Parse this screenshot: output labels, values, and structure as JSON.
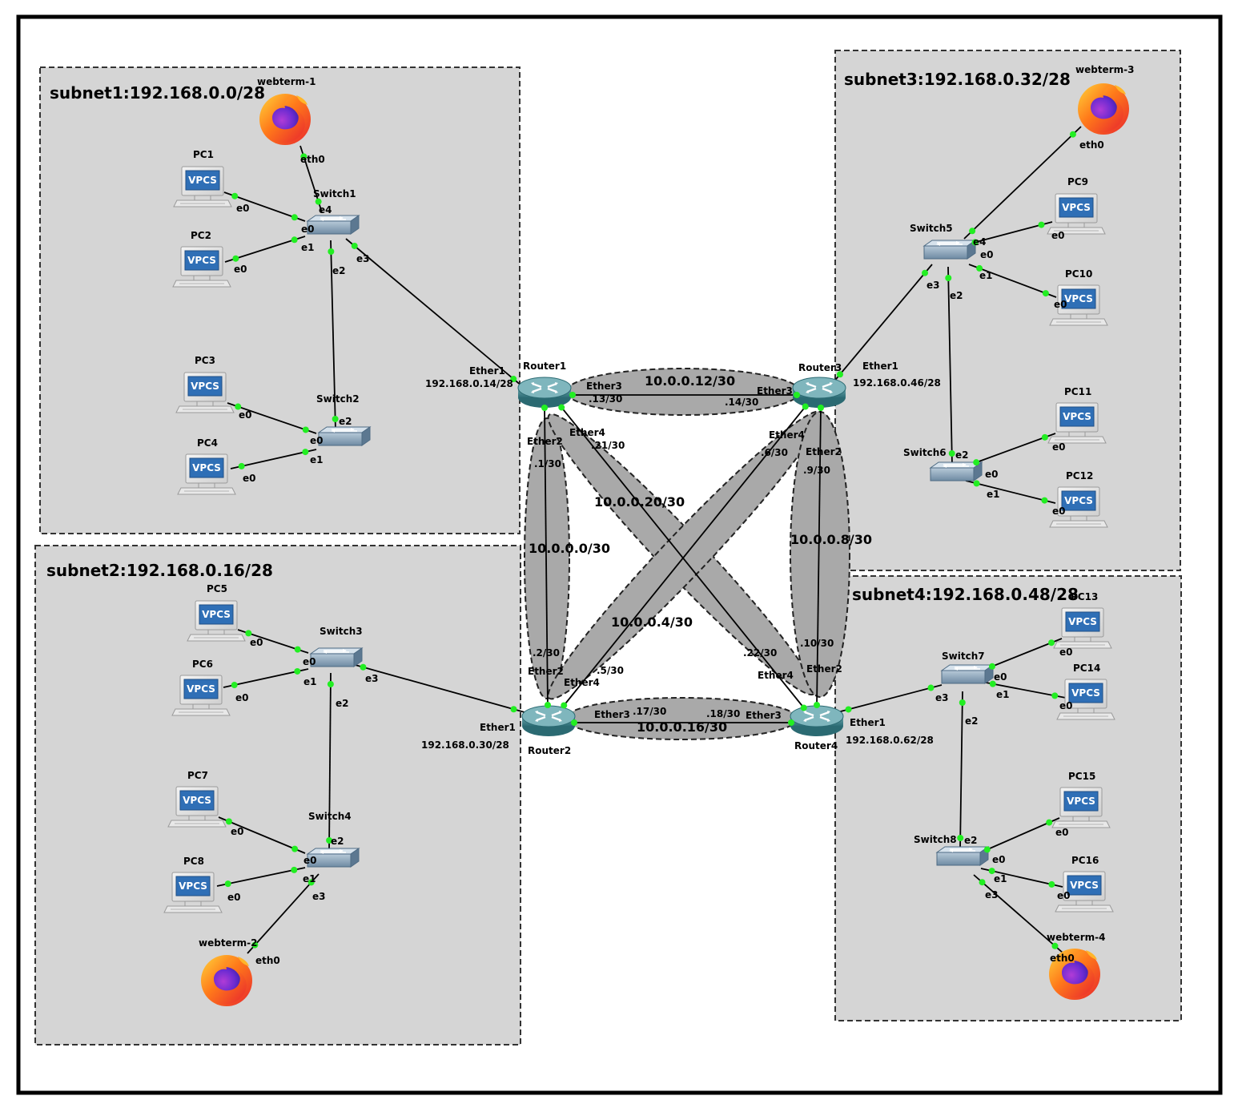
{
  "subnets": [
    {
      "id": "s1",
      "label": "subnet1:192.168.0.0/28"
    },
    {
      "id": "s2",
      "label": "subnet2:192.168.0.16/28"
    },
    {
      "id": "s3",
      "label": "subnet3:192.168.0.32/28"
    },
    {
      "id": "s4",
      "label": "subnet4:192.168.0.48/28"
    }
  ],
  "devices": [
    {
      "id": "webterm-1",
      "type": "webterm",
      "label": "webterm-1"
    },
    {
      "id": "webterm-2",
      "type": "webterm",
      "label": "webterm-2"
    },
    {
      "id": "webterm-3",
      "type": "webterm",
      "label": "webterm-3"
    },
    {
      "id": "webterm-4",
      "type": "webterm",
      "label": "webterm-4"
    },
    {
      "id": "PC1",
      "type": "vpcs",
      "label": "PC1"
    },
    {
      "id": "PC2",
      "type": "vpcs",
      "label": "PC2"
    },
    {
      "id": "PC3",
      "type": "vpcs",
      "label": "PC3"
    },
    {
      "id": "PC4",
      "type": "vpcs",
      "label": "PC4"
    },
    {
      "id": "PC5",
      "type": "vpcs",
      "label": "PC5"
    },
    {
      "id": "PC6",
      "type": "vpcs",
      "label": "PC6"
    },
    {
      "id": "PC7",
      "type": "vpcs",
      "label": "PC7"
    },
    {
      "id": "PC8",
      "type": "vpcs",
      "label": "PC8"
    },
    {
      "id": "PC9",
      "type": "vpcs",
      "label": "PC9"
    },
    {
      "id": "PC10",
      "type": "vpcs",
      "label": "PC10"
    },
    {
      "id": "PC11",
      "type": "vpcs",
      "label": "PC11"
    },
    {
      "id": "PC12",
      "type": "vpcs",
      "label": "PC12"
    },
    {
      "id": "PC13",
      "type": "vpcs",
      "label": "PC13"
    },
    {
      "id": "PC14",
      "type": "vpcs",
      "label": "PC14"
    },
    {
      "id": "PC15",
      "type": "vpcs",
      "label": "PC15"
    },
    {
      "id": "PC16",
      "type": "vpcs",
      "label": "PC16"
    },
    {
      "id": "Switch1",
      "type": "switch",
      "label": "Switch1"
    },
    {
      "id": "Switch2",
      "type": "switch",
      "label": "Switch2"
    },
    {
      "id": "Switch3",
      "type": "switch",
      "label": "Switch3"
    },
    {
      "id": "Switch4",
      "type": "switch",
      "label": "Switch4"
    },
    {
      "id": "Switch5",
      "type": "switch",
      "label": "Switch5"
    },
    {
      "id": "Switch6",
      "type": "switch",
      "label": "Switch6"
    },
    {
      "id": "Switch7",
      "type": "switch",
      "label": "Switch7"
    },
    {
      "id": "Switch8",
      "type": "switch",
      "label": "Switch8"
    },
    {
      "id": "Router1",
      "type": "router",
      "label": "Router1"
    },
    {
      "id": "Router2",
      "type": "router",
      "label": "Router2"
    },
    {
      "id": "Router3",
      "type": "router",
      "label": "Router3"
    },
    {
      "id": "Router4",
      "type": "router",
      "label": "Router4"
    }
  ],
  "vpcs_text": "VPCS",
  "router_lan_ips": {
    "Router1": "192.168.0.14/28",
    "Router2": "192.168.0.30/28",
    "Router3": "192.168.0.46/28",
    "Router4": "192.168.0.62/28"
  },
  "wan_links": [
    {
      "id": "r1r3",
      "network": "10.0.0.12/30",
      "a_ip": ".13/30",
      "b_ip": ".14/30"
    },
    {
      "id": "r1r2",
      "network": "10.0.0.0/30",
      "a_ip": ".1/30",
      "b_ip": ".2/30"
    },
    {
      "id": "r1r4",
      "network": "10.0.0.20/30",
      "a_ip": ".21/30",
      "b_ip": ".22/30"
    },
    {
      "id": "r3r2",
      "network": "10.0.0.4/30",
      "a_ip": ".6/30",
      "b_ip": ".5/30"
    },
    {
      "id": "r3r4",
      "network": "10.0.0.8/30",
      "a_ip": ".9/30",
      "b_ip": ".10/30"
    },
    {
      "id": "r2r4",
      "network": "10.0.0.16/30",
      "a_ip": ".17/30",
      "b_ip": ".18/30"
    }
  ],
  "ports": {
    "eth0": "eth0",
    "e0": "e0",
    "e1": "e1",
    "e2": "e2",
    "e3": "e3",
    "e4": "e4",
    "ether1": "Ether1",
    "ether2": "Ether2",
    "ether3": "Ether3",
    "ether4": "Ether4"
  }
}
